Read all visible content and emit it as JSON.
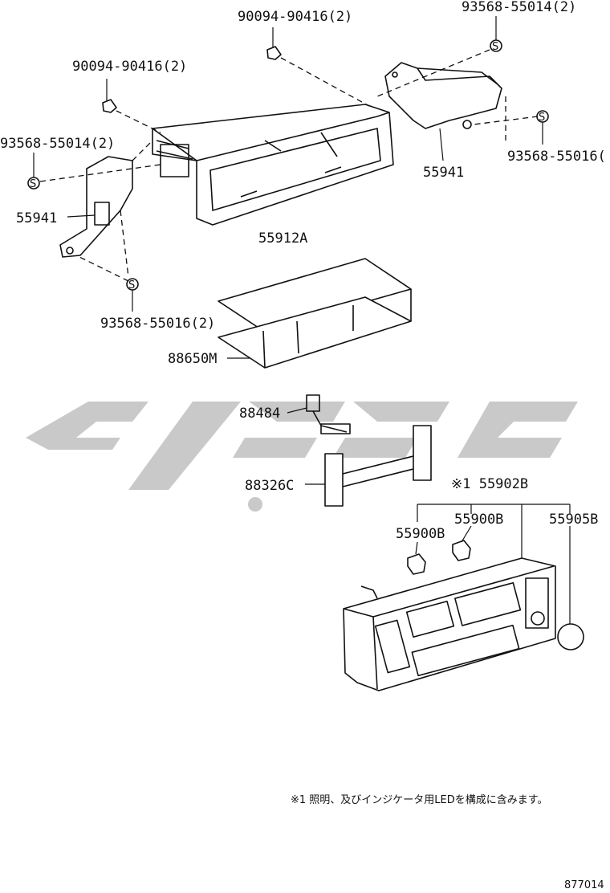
{
  "labels": {
    "screw_top": "90094-90416(2)",
    "screw_left": "90094-90416(2)",
    "nut_top_right": "93568-55014(2)",
    "nut_left": "93568-55014(2)",
    "nut_right": "93568-55016(",
    "nut_bottom_left": "93568-55016(2)",
    "bracket_right": "55941",
    "bracket_left": "55941",
    "housing": "55912A",
    "box": "88650M",
    "cable": "88484",
    "harness": "88326C",
    "control_assy": "※1 55902B",
    "knob_1": "55900B",
    "knob_2": "55900B",
    "knob_3": "55905B"
  },
  "note": "※1 照明、及びインジケータ用LEDを構成に含みます。",
  "diagram_code": "877014",
  "colors": {
    "line": "#111111",
    "watermark": "#c9c9c9",
    "background": "#ffffff"
  }
}
